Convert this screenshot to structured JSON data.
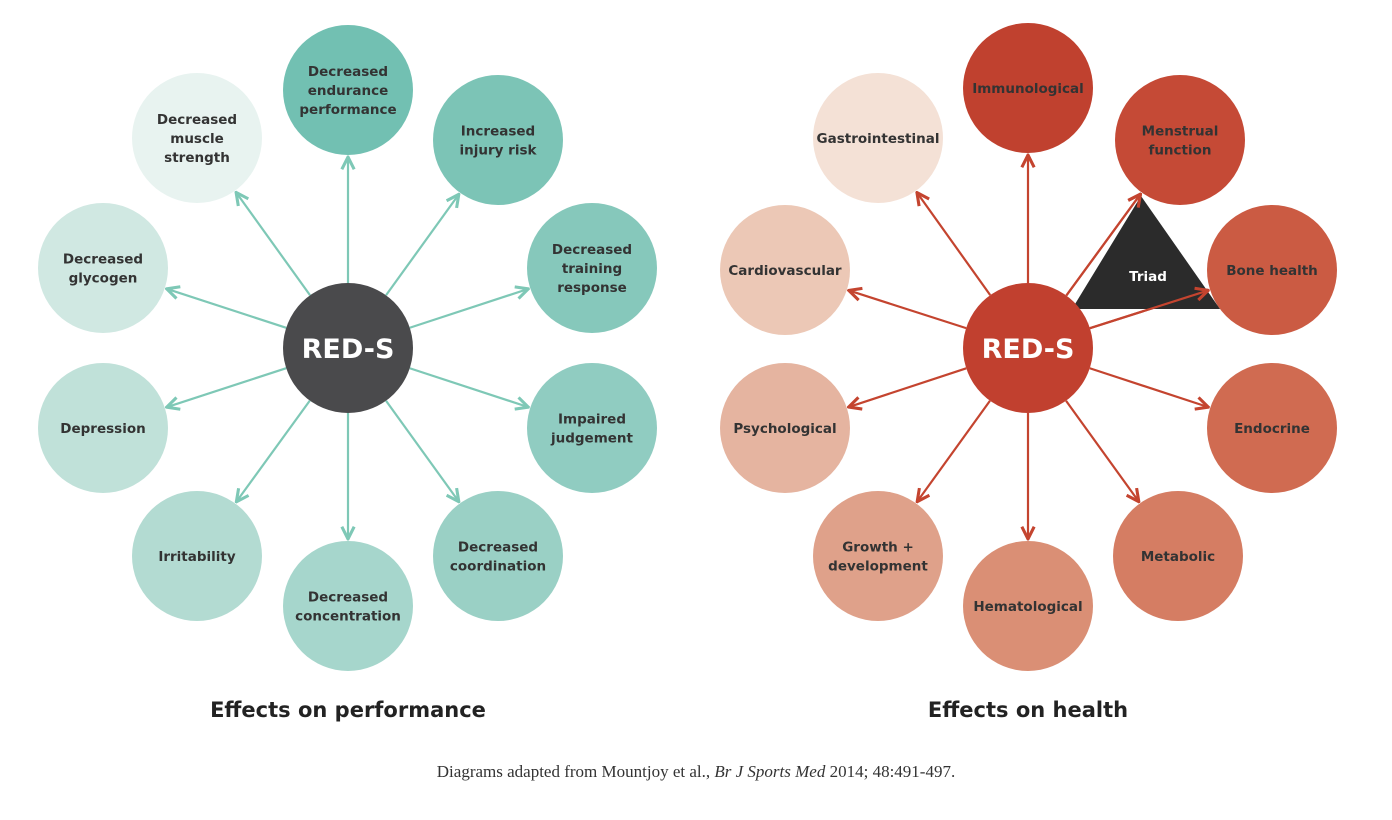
{
  "diagrams": [
    {
      "title": "Effects on performance",
      "center_label": "RED-S",
      "center_color": "#4a4a4c",
      "arrow_color": "#7ec8b6",
      "nodes": [
        {
          "label": [
            "Decreased",
            "endurance",
            "performance"
          ],
          "color": "#72c0b2"
        },
        {
          "label": [
            "Increased",
            "injury risk"
          ],
          "color": "#7cc4b6"
        },
        {
          "label": [
            "Decreased",
            "training",
            "response"
          ],
          "color": "#86c8bb"
        },
        {
          "label": [
            "Impaired",
            "judgement"
          ],
          "color": "#90ccc1"
        },
        {
          "label": [
            "Decreased",
            "coordination"
          ],
          "color": "#9ad0c5"
        },
        {
          "label": [
            "Decreased",
            "concentration"
          ],
          "color": "#a6d6cc"
        },
        {
          "label": [
            "Irritability"
          ],
          "color": "#b3dbd2"
        },
        {
          "label": [
            "Depression"
          ],
          "color": "#c0e1d9"
        },
        {
          "label": [
            "Decreased",
            "glycogen"
          ],
          "color": "#d0e8e2"
        },
        {
          "label": [
            "Decreased",
            "muscle",
            "strength"
          ],
          "color": "#e8f3f0"
        }
      ]
    },
    {
      "title": "Effects on health",
      "center_label": "RED-S",
      "center_color": "#c1402f",
      "arrow_color": "#c4442f",
      "triad_label": "Triad",
      "triad_color": "#2b2b2b",
      "nodes": [
        {
          "label": [
            "Immunological"
          ],
          "color": "#c0412f"
        },
        {
          "label": [
            "Menstrual",
            "function"
          ],
          "color": "#c54a36"
        },
        {
          "label": [
            "Bone health"
          ],
          "color": "#cb5b43"
        },
        {
          "label": [
            "Endocrine"
          ],
          "color": "#d06b51"
        },
        {
          "label": [
            "Metabolic"
          ],
          "color": "#d57d63"
        },
        {
          "label": [
            "Hematological"
          ],
          "color": "#da8f75"
        },
        {
          "label": [
            "Growth +",
            "development"
          ],
          "color": "#dfa18a"
        },
        {
          "label": [
            "Psychological"
          ],
          "color": "#e5b4a0"
        },
        {
          "label": [
            "Cardiovascular"
          ],
          "color": "#ecc8b6"
        },
        {
          "label": [
            "Gastrointestinal"
          ],
          "color": "#f4e1d6"
        }
      ]
    }
  ],
  "caption": {
    "prefix": "Diagrams adapted from Mountjoy et al., ",
    "journal": "Br J Sports Med",
    "suffix": " 2014; 48:491-497."
  }
}
